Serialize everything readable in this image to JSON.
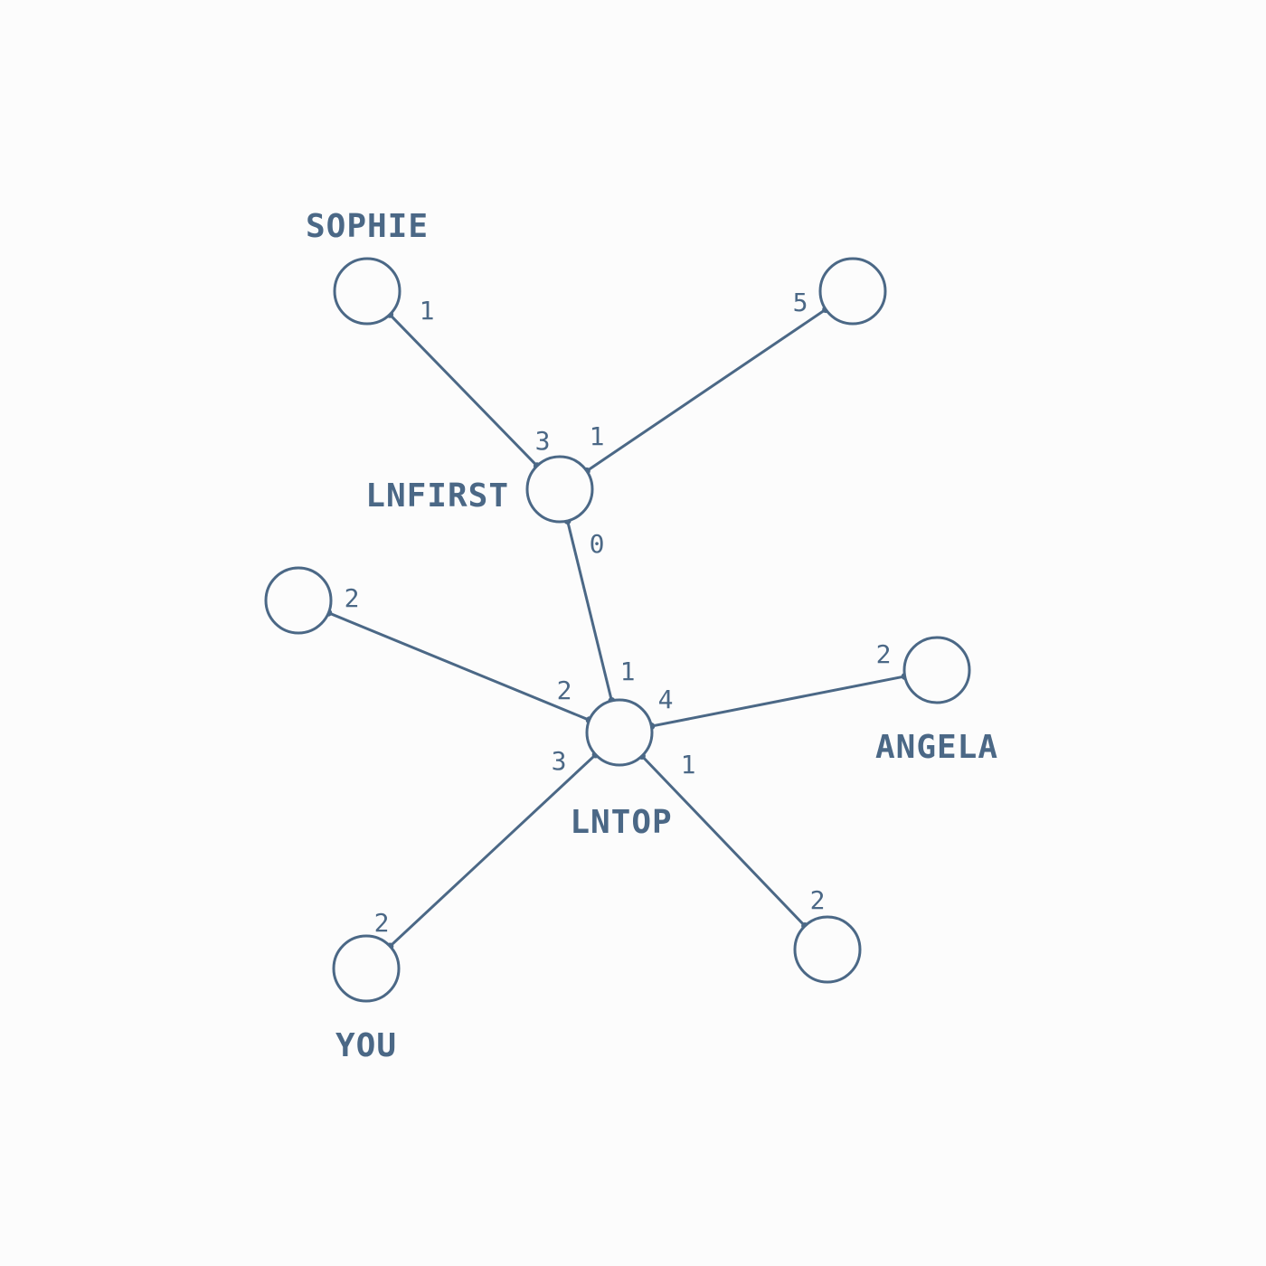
{
  "colors": {
    "background": "#fcfcfc",
    "stroke": "#4b6886",
    "text": "#4b6886"
  },
  "nodes": [
    {
      "id": "sophie",
      "label": "SOPHIE"
    },
    {
      "id": "top-right",
      "label": ""
    },
    {
      "id": "lnfirst",
      "label": "LNFIRST"
    },
    {
      "id": "left",
      "label": ""
    },
    {
      "id": "lntop",
      "label": "LNTOP"
    },
    {
      "id": "angela",
      "label": "ANGELA"
    },
    {
      "id": "you",
      "label": "YOU"
    },
    {
      "id": "bottom-right",
      "label": ""
    }
  ],
  "edges": [
    {
      "from": "lnfirst",
      "to": "sophie",
      "from_port": "3",
      "to_port": "1"
    },
    {
      "from": "lnfirst",
      "to": "top-right",
      "from_port": "1",
      "to_port": "5"
    },
    {
      "from": "lnfirst",
      "to": "lntop",
      "from_port": "0",
      "to_port": "1"
    },
    {
      "from": "lntop",
      "to": "left",
      "from_port": "2",
      "to_port": "2"
    },
    {
      "from": "lntop",
      "to": "angela",
      "from_port": "4",
      "to_port": "2"
    },
    {
      "from": "lntop",
      "to": "you",
      "from_port": "3",
      "to_port": "2"
    },
    {
      "from": "lntop",
      "to": "bottom-right",
      "from_port": "1",
      "to_port": "2"
    }
  ]
}
